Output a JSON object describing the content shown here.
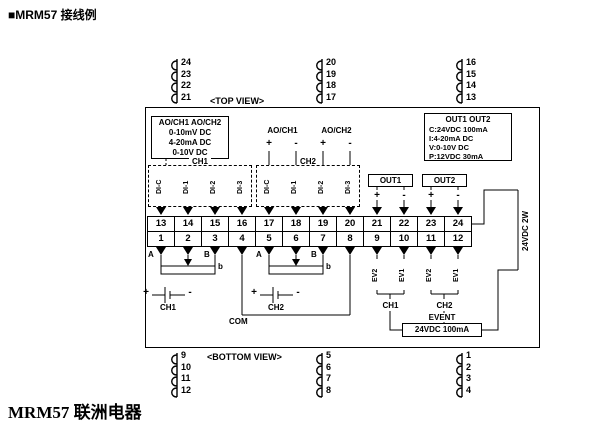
{
  "header": {
    "bullet": "■",
    "title": "MRM57 接线例"
  },
  "footer": {
    "text": "MRM57 联洲电器"
  },
  "top_view": {
    "label": "<TOP VIEW>",
    "connector1": [
      "24",
      "23",
      "22",
      "21"
    ],
    "connector2": [
      "20",
      "19",
      "18",
      "17"
    ],
    "connector3": [
      "16",
      "15",
      "14",
      "13"
    ]
  },
  "bottom_view": {
    "label": "<BOTTOM VIEW>",
    "connector1": [
      "9",
      "10",
      "11",
      "12"
    ],
    "connector2": [
      "5",
      "6",
      "7",
      "8"
    ],
    "connector3": [
      "1",
      "2",
      "3",
      "4"
    ]
  },
  "ao_box": {
    "title": "AO/CH1 AO/CH2",
    "lines": [
      "0-10mV DC",
      "4-20mA DC",
      "0-10V DC"
    ]
  },
  "out_box": {
    "title": "OUT1 OUT2",
    "lines": [
      "C:24VDC 100mA",
      "I:4-20mA DC",
      "V:0-10V DC",
      "P:12VDC 30mA"
    ]
  },
  "ao_ch1": {
    "label": "AO/CH1",
    "plus": "+",
    "minus": "-"
  },
  "ao_ch2": {
    "label": "AO/CH2",
    "plus": "+",
    "minus": "-"
  },
  "ch1": {
    "label": "CH1"
  },
  "ch2": {
    "label": "CH2"
  },
  "di": [
    "DI-C",
    "DI-1",
    "DI-2",
    "DI-3"
  ],
  "out1": {
    "label": "OUT1",
    "plus": "+",
    "minus": "-"
  },
  "out2": {
    "label": "OUT2",
    "plus": "+",
    "minus": "-"
  },
  "terminals": {
    "top_row": [
      "13",
      "14",
      "15",
      "16",
      "17",
      "18",
      "19",
      "20",
      "21",
      "22",
      "23",
      "24"
    ],
    "bottom_row": [
      "1",
      "2",
      "3",
      "4",
      "5",
      "6",
      "7",
      "8",
      "9",
      "10",
      "11",
      "12"
    ]
  },
  "pot1": {
    "a": "A",
    "b_upper": "B",
    "b_lower": "b"
  },
  "pot2": {
    "a": "A",
    "b_upper": "B",
    "b_lower": "b"
  },
  "battery1": {
    "plus": "+",
    "minus": "-",
    "label": "CH1"
  },
  "battery2": {
    "plus": "+",
    "minus": "-",
    "label": "CH2"
  },
  "com": {
    "label": "COM"
  },
  "ev": {
    "labels": [
      "EV2",
      "EV1",
      "EV2",
      "EV1"
    ],
    "group1": "CH1",
    "group2": "CH2"
  },
  "power": {
    "label": "24VDC 2W"
  },
  "event": {
    "title": "EVENT",
    "value": "24VDC 100mA"
  }
}
